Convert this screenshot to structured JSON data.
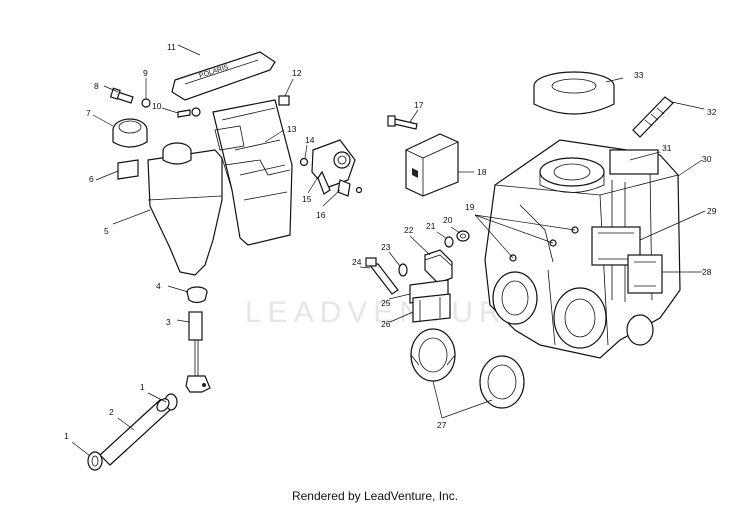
{
  "watermark": "LEADVENTURE",
  "footer": "Rendered by LeadVenture, Inc.",
  "callouts": {
    "n1": "1",
    "n2": "2",
    "n3": "3",
    "n4": "4",
    "n5": "5",
    "n6": "6",
    "n7": "7",
    "n8": "8",
    "n9": "9",
    "n10": "10",
    "n11": "11",
    "n12": "12",
    "n13": "13",
    "n14": "14",
    "n15": "15",
    "n16": "16",
    "n17": "17",
    "n18": "18",
    "n19": "19",
    "n20": "20",
    "n21": "21",
    "n22": "22",
    "n23": "23",
    "n24": "24",
    "n25": "25",
    "n26": "26",
    "n27": "27",
    "n28": "28",
    "n29": "29",
    "n30": "30",
    "n31": "31",
    "n32": "32",
    "n33": "33"
  }
}
